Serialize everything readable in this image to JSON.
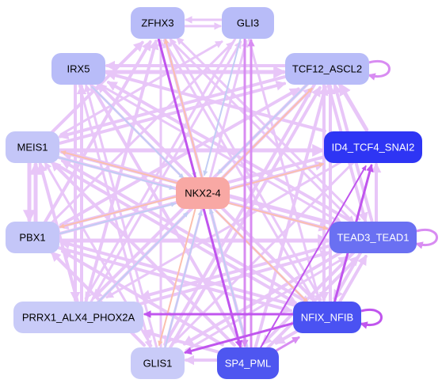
{
  "nodes": [
    {
      "id": "ZFHX3",
      "label": "ZFHX3",
      "fill": "#b8bcf8",
      "text_color": "#000000"
    },
    {
      "id": "GLI3",
      "label": "GLI3",
      "fill": "#b8bcf8",
      "text_color": "#000000"
    },
    {
      "id": "IRX5",
      "label": "IRX5",
      "fill": "#b8bcf8",
      "text_color": "#000000"
    },
    {
      "id": "TCF12_ASCL2",
      "label": "TCF12_ASCL2",
      "fill": "#b8bcf8",
      "text_color": "#000000"
    },
    {
      "id": "MEIS1",
      "label": "MEIS1",
      "fill": "#c4c6f8",
      "text_color": "#000000"
    },
    {
      "id": "ID4_TCF4_SNAI2",
      "label": "ID4_TCF4_SNAI2",
      "fill": "#2e35f4",
      "text_color": "#ffffff"
    },
    {
      "id": "NKX2-4",
      "label": "NKX2-4",
      "fill": "#f8a8a4",
      "text_color": "#000000"
    },
    {
      "id": "PBX1",
      "label": "PBX1",
      "fill": "#c4c6f8",
      "text_color": "#000000"
    },
    {
      "id": "TEAD3_TEAD1",
      "label": "TEAD3_TEAD1",
      "fill": "#6a70f2",
      "text_color": "#ffffff"
    },
    {
      "id": "PRRX1_ALX4_PHOX2A",
      "label": "PRRX1_ALX4_PHOX2A",
      "fill": "#c9cbf8",
      "text_color": "#000000"
    },
    {
      "id": "NFIX_NFIB",
      "label": "NFIX_NFIB",
      "fill": "#4a52f2",
      "text_color": "#ffffff"
    },
    {
      "id": "GLIS1",
      "label": "GLIS1",
      "fill": "#c9cbf8",
      "text_color": "#000000"
    },
    {
      "id": "SP4_PML",
      "label": "SP4_PML",
      "fill": "#4e56f0",
      "text_color": "#ffffff"
    }
  ],
  "edge_colors": {
    "light_purple": "#e8c6f8",
    "purple": "#d88cf2",
    "strong_purple": "#c055ee",
    "blue": "#c2cdf4",
    "salmon": "#fbbfae"
  },
  "edges": [
    {
      "from": "ZFHX3",
      "to": "SP4_PML",
      "color": "strong_purple",
      "weight": 3
    },
    {
      "from": "GLI3",
      "to": "SP4_PML",
      "color": "purple",
      "weight": 3
    },
    {
      "from": "SP4_PML",
      "to": "GLI3",
      "color": "purple",
      "weight": 3
    },
    {
      "from": "NFIX_NFIB",
      "to": "ID4_TCF4_SNAI2",
      "color": "strong_purple",
      "weight": 3
    },
    {
      "from": "SP4_PML",
      "to": "ID4_TCF4_SNAI2",
      "color": "strong_purple",
      "weight": 2
    },
    {
      "from": "NFIX_NFIB",
      "to": "PRRX1_ALX4_PHOX2A",
      "color": "strong_purple",
      "weight": 3
    },
    {
      "from": "NFIX_NFIB",
      "to": "GLIS1",
      "color": "strong_purple",
      "weight": 3
    },
    {
      "from": "SP4_PML",
      "to": "NFIX_NFIB",
      "color": "purple",
      "weight": 3
    },
    {
      "from": "TEAD3_TEAD1",
      "to": "NFIX_NFIB",
      "color": "light_purple",
      "weight": 4
    },
    {
      "from": "ID4_TCF4_SNAI2",
      "to": "TCF12_ASCL2",
      "color": "light_purple",
      "weight": 5
    },
    {
      "from": "TEAD3_TEAD1",
      "to": "ID4_TCF4_SNAI2",
      "color": "light_purple",
      "weight": 4
    },
    {
      "from": "MEIS1",
      "to": "PBX1",
      "color": "light_purple",
      "weight": 5
    },
    {
      "from": "PBX1",
      "to": "MEIS1",
      "color": "light_purple",
      "weight": 5
    },
    {
      "from": "MEIS1",
      "to": "ID4_TCF4_SNAI2",
      "color": "light_purple",
      "weight": 5
    },
    {
      "from": "PBX1",
      "to": "TEAD3_TEAD1",
      "color": "light_purple",
      "weight": 5
    },
    {
      "from": "ZFHX3",
      "to": "GLI3",
      "color": "light_purple",
      "weight": 3
    },
    {
      "from": "GLI3",
      "to": "ZFHX3",
      "color": "light_purple",
      "weight": 3
    },
    {
      "from": "IRX5",
      "to": "TCF12_ASCL2",
      "color": "light_purple",
      "weight": 5
    },
    {
      "from": "TCF12_ASCL2",
      "to": "IRX5",
      "color": "light_purple",
      "weight": 4
    },
    {
      "from": "PRRX1_ALX4_PHOX2A",
      "to": "IRX5",
      "color": "light_purple",
      "weight": 4
    },
    {
      "from": "IRX5",
      "to": "PRRX1_ALX4_PHOX2A",
      "color": "light_purple",
      "weight": 4
    },
    {
      "from": "PBX1",
      "to": "ZFHX3",
      "color": "light_purple",
      "weight": 4
    },
    {
      "from": "MEIS1",
      "to": "TCF12_ASCL2",
      "color": "light_purple",
      "weight": 4
    },
    {
      "from": "PRRX1_ALX4_PHOX2A",
      "to": "TCF12_ASCL2",
      "color": "light_purple",
      "weight": 4
    },
    {
      "from": "TEAD3_TEAD1",
      "to": "MEIS1",
      "color": "light_purple",
      "weight": 5
    },
    {
      "from": "NFIX_NFIB",
      "to": "MEIS1",
      "color": "light_purple",
      "weight": 4
    },
    {
      "from": "GLIS1",
      "to": "TCF12_ASCL2",
      "color": "light_purple",
      "weight": 4
    },
    {
      "from": "SP4_PML",
      "to": "ZFHX3",
      "color": "light_purple",
      "weight": 4
    },
    {
      "from": "SP4_PML",
      "to": "IRX5",
      "color": "light_purple",
      "weight": 4
    },
    {
      "from": "SP4_PML",
      "to": "MEIS1",
      "color": "light_purple",
      "weight": 4
    },
    {
      "from": "SP4_PML",
      "to": "PBX1",
      "color": "light_purple",
      "weight": 4
    },
    {
      "from": "SP4_PML",
      "to": "TCF12_ASCL2",
      "color": "light_purple",
      "weight": 4
    },
    {
      "from": "SP4_PML",
      "to": "TEAD3_TEAD1",
      "color": "light_purple",
      "weight": 4
    },
    {
      "from": "SP4_PML",
      "to": "GLIS1",
      "color": "light_purple",
      "weight": 4
    },
    {
      "from": "SP4_PML",
      "to": "PRRX1_ALX4_PHOX2A",
      "color": "light_purple",
      "weight": 4
    },
    {
      "from": "GLIS1",
      "to": "PBX1",
      "color": "light_purple",
      "weight": 4
    },
    {
      "from": "GLIS1",
      "to": "GLI3",
      "color": "light_purple",
      "weight": 3
    },
    {
      "from": "GLIS1",
      "to": "ZFHX3",
      "color": "light_purple",
      "weight": 3
    },
    {
      "from": "GLIS1",
      "to": "IRX5",
      "color": "light_purple",
      "weight": 3
    },
    {
      "from": "PRRX1_ALX4_PHOX2A",
      "to": "ZFHX3",
      "color": "light_purple",
      "weight": 4
    },
    {
      "from": "PRRX1_ALX4_PHOX2A",
      "to": "GLI3",
      "color": "light_purple",
      "weight": 3
    },
    {
      "from": "PRRX1_ALX4_PHOX2A",
      "to": "MEIS1",
      "color": "light_purple",
      "weight": 4
    },
    {
      "from": "PRRX1_ALX4_PHOX2A",
      "to": "TEAD3_TEAD1",
      "color": "light_purple",
      "weight": 4
    },
    {
      "from": "PBX1",
      "to": "GLI3",
      "color": "light_purple",
      "weight": 3
    },
    {
      "from": "PBX1",
      "to": "TCF12_ASCL2",
      "color": "light_purple",
      "weight": 4
    },
    {
      "from": "PBX1",
      "to": "ID4_TCF4_SNAI2",
      "color": "light_purple",
      "weight": 4
    },
    {
      "from": "PBX1",
      "to": "NFIX_NFIB",
      "color": "light_purple",
      "weight": 4
    },
    {
      "from": "MEIS1",
      "to": "ZFHX3",
      "color": "light_purple",
      "weight": 4
    },
    {
      "from": "MEIS1",
      "to": "GLI3",
      "color": "light_purple",
      "weight": 3
    },
    {
      "from": "MEIS1",
      "to": "TEAD3_TEAD1",
      "color": "light_purple",
      "weight": 4
    },
    {
      "from": "MEIS1",
      "to": "NFIX_NFIB",
      "color": "light_purple",
      "weight": 4
    },
    {
      "from": "IRX5",
      "to": "TEAD3_TEAD1",
      "color": "light_purple",
      "weight": 3
    },
    {
      "from": "IRX5",
      "to": "NFIX_NFIB",
      "color": "light_purple",
      "weight": 3
    },
    {
      "from": "IRX5",
      "to": "GLIS1",
      "color": "light_purple",
      "weight": 3
    },
    {
      "from": "ZFHX3",
      "to": "TEAD3_TEAD1",
      "color": "light_purple",
      "weight": 3
    },
    {
      "from": "ZFHX3",
      "to": "NFIX_NFIB",
      "color": "light_purple",
      "weight": 3
    },
    {
      "from": "GLI3",
      "to": "PRRX1_ALX4_PHOX2A",
      "color": "light_purple",
      "weight": 3
    },
    {
      "from": "GLI3",
      "to": "NFIX_NFIB",
      "color": "light_purple",
      "weight": 3
    },
    {
      "from": "TCF12_ASCL2",
      "to": "PRRX1_ALX4_PHOX2A",
      "color": "light_purple",
      "weight": 4
    },
    {
      "from": "TCF12_ASCL2",
      "to": "GLIS1",
      "color": "light_purple",
      "weight": 4
    },
    {
      "from": "TCF12_ASCL2",
      "to": "NFIX_NFIB",
      "color": "light_purple",
      "weight": 4
    },
    {
      "from": "TCF12_ASCL2",
      "to": "TEAD3_TEAD1",
      "color": "light_purple",
      "weight": 4
    },
    {
      "from": "TCF12_ASCL2",
      "to": "MEIS1",
      "color": "light_purple",
      "weight": 4
    },
    {
      "from": "TEAD3_TEAD1",
      "to": "PRRX1_ALX4_PHOX2A",
      "color": "light_purple",
      "weight": 4
    },
    {
      "from": "TEAD3_TEAD1",
      "to": "GLIS1",
      "color": "light_purple",
      "weight": 4
    },
    {
      "from": "TEAD3_TEAD1",
      "to": "IRX5",
      "color": "light_purple",
      "weight": 4
    },
    {
      "from": "TEAD3_TEAD1",
      "to": "ZFHX3",
      "color": "light_purple",
      "weight": 3
    },
    {
      "from": "TEAD3_TEAD1",
      "to": "TCF12_ASCL2",
      "color": "light_purple",
      "weight": 4
    },
    {
      "from": "TEAD3_TEAD1",
      "to": "SP4_PML",
      "color": "light_purple",
      "weight": 4
    },
    {
      "from": "NFIX_NFIB",
      "to": "IRX5",
      "color": "light_purple",
      "weight": 4
    },
    {
      "from": "NFIX_NFIB",
      "to": "ZFHX3",
      "color": "light_purple",
      "weight": 3
    },
    {
      "from": "NFIX_NFIB",
      "to": "TCF12_ASCL2",
      "color": "light_purple",
      "weight": 4
    },
    {
      "from": "NFIX_NFIB",
      "to": "TEAD3_TEAD1",
      "color": "light_purple",
      "weight": 4
    },
    {
      "from": "NFIX_NFIB",
      "to": "SP4_PML",
      "color": "light_purple",
      "weight": 4
    },
    {
      "from": "NFIX_NFIB",
      "to": "PBX1",
      "color": "light_purple",
      "weight": 4
    },
    {
      "from": "ID4_TCF4_SNAI2",
      "to": "PBX1",
      "color": "light_purple",
      "weight": 4
    },
    {
      "from": "ID4_TCF4_SNAI2",
      "to": "GLIS1",
      "color": "light_purple",
      "weight": 3
    },
    {
      "from": "ID4_TCF4_SNAI2",
      "to": "IRX5",
      "color": "light_purple",
      "weight": 4
    },
    {
      "from": "ID4_TCF4_SNAI2",
      "to": "PRRX1_ALX4_PHOX2A",
      "color": "light_purple",
      "weight": 3
    },
    {
      "from": "GLIS1",
      "to": "TEAD3_TEAD1",
      "color": "light_purple",
      "weight": 3
    },
    {
      "from": "GLIS1",
      "to": "MEIS1",
      "color": "light_purple",
      "weight": 3
    },
    {
      "from": "ZFHX3",
      "to": "NKX2-4",
      "color": "blue",
      "weight": 2
    },
    {
      "from": "GLI3",
      "to": "NKX2-4",
      "color": "blue",
      "weight": 2
    },
    {
      "from": "IRX5",
      "to": "NKX2-4",
      "color": "blue",
      "weight": 2
    },
    {
      "from": "MEIS1",
      "to": "NKX2-4",
      "color": "blue",
      "weight": 2
    },
    {
      "from": "PBX1",
      "to": "NKX2-4",
      "color": "blue",
      "weight": 2
    },
    {
      "from": "PRRX1_ALX4_PHOX2A",
      "to": "NKX2-4",
      "color": "blue",
      "weight": 2
    },
    {
      "from": "GLIS1",
      "to": "NKX2-4",
      "color": "blue",
      "weight": 2
    },
    {
      "from": "SP4_PML",
      "to": "NKX2-4",
      "color": "blue",
      "weight": 2
    },
    {
      "from": "TCF12_ASCL2",
      "to": "NKX2-4",
      "color": "blue",
      "weight": 2
    },
    {
      "from": "NKX2-4",
      "to": "TCF12_ASCL2",
      "color": "salmon",
      "weight": 2
    },
    {
      "from": "NKX2-4",
      "to": "ID4_TCF4_SNAI2",
      "color": "salmon",
      "weight": 2
    },
    {
      "from": "NKX2-4",
      "to": "TEAD3_TEAD1",
      "color": "salmon",
      "weight": 2
    },
    {
      "from": "NKX2-4",
      "to": "NFIX_NFIB",
      "color": "salmon",
      "weight": 2
    },
    {
      "from": "NKX2-4",
      "to": "GLIS1",
      "color": "salmon",
      "weight": 2
    },
    {
      "from": "NKX2-4",
      "to": "ZFHX3",
      "color": "salmon",
      "weight": 2
    },
    {
      "from": "NKX2-4",
      "to": "MEIS1",
      "color": "salmon",
      "weight": 2
    },
    {
      "from": "NKX2-4",
      "to": "PBX1",
      "color": "salmon",
      "weight": 2
    }
  ],
  "self_loops": [
    {
      "node": "TCF12_ASCL2",
      "color": "purple",
      "weight": 3
    },
    {
      "node": "TEAD3_TEAD1",
      "color": "purple",
      "weight": 3
    },
    {
      "node": "NFIX_NFIB",
      "color": "strong_purple",
      "weight": 3
    }
  ]
}
